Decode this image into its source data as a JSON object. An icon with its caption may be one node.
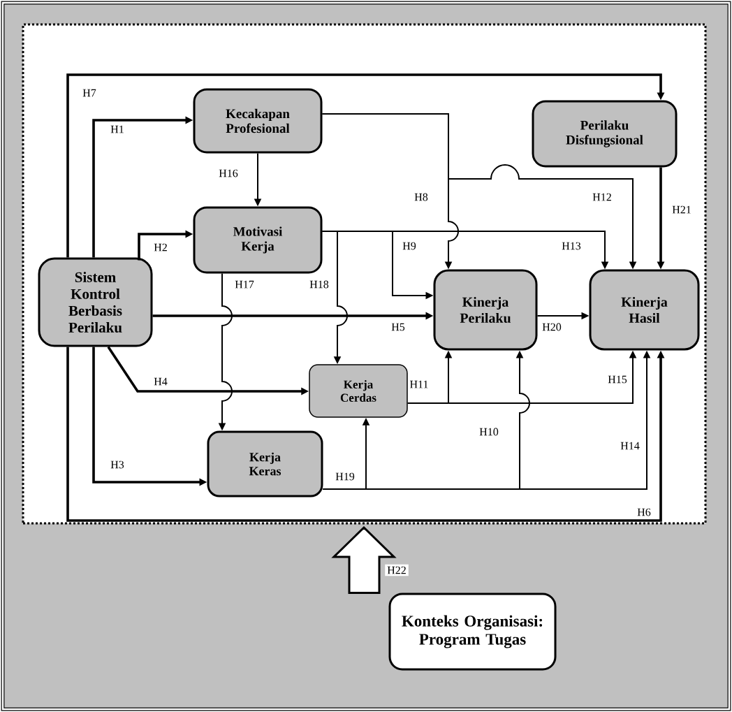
{
  "diagram": {
    "nodes": [
      {
        "text": [],
        "shape": "box"
      },
      {
        "text": [
          "Sistem Kontrol Berbasis Perilaku"
        ],
        "in": 0
      },
      {
        "text": [
          "Kecakapan Profesional"
        ],
        "in": 0
      },
      {
        "text": [
          "Motivasi Kerja"
        ],
        "in": 0
      },
      {
        "text": [
          "Perilaku Disfungsional"
        ],
        "in": 0
      },
      {
        "text": [
          "Kinerja Perilaku"
        ],
        "in": 0
      },
      {
        "text": [
          "Kinerja Hasil"
        ],
        "in": 0
      },
      {
        "text": [
          "Kerja Cerdas"
        ],
        "in": 0
      },
      {
        "text": [
          "Kerja Keras"
        ],
        "in": 0
      },
      {
        "text": [
          "Konteks Organisasi: Program Tugas"
        ]
      }
    ],
    "edges": [
      {
        "from": 1,
        "to": 2,
        "arrow": "to",
        "label": "H1",
        "style": "thick"
      },
      {
        "from": 1,
        "to": 3,
        "arrow": "to",
        "label": "H2",
        "style": "thick"
      },
      {
        "from": 1,
        "to": 8,
        "arrow": "to",
        "label": "H3",
        "style": "thick"
      },
      {
        "from": 1,
        "to": 7,
        "arrow": "to",
        "label": "H4",
        "style": "thick"
      },
      {
        "from": 1,
        "to": 5,
        "arrow": "to",
        "label": "H5",
        "style": "thick"
      },
      {
        "from": 1,
        "to": 6,
        "arrow": "to",
        "label": "H6",
        "style": "thick"
      },
      {
        "from": 1,
        "to": 4,
        "arrow": "to",
        "label": "H7",
        "style": "thick"
      },
      {
        "from": 2,
        "to": 5,
        "arrow": "to",
        "label": "H8"
      },
      {
        "from": 2,
        "to": 6,
        "arrow": "to",
        "label": "H12"
      },
      {
        "from": 3,
        "to": 5,
        "arrow": "to",
        "label": "H9"
      },
      {
        "from": 3,
        "to": 6,
        "arrow": "to",
        "label": "H13"
      },
      {
        "from": 2,
        "to": 3,
        "arrow": "to",
        "label": "H16"
      },
      {
        "from": 3,
        "to": 8,
        "arrow": "to",
        "label": "H17"
      },
      {
        "from": 3,
        "to": 7,
        "arrow": "to",
        "label": "H18"
      },
      {
        "from": 7,
        "to": 5,
        "arrow": "to",
        "label": "H11"
      },
      {
        "from": 7,
        "to": 6,
        "arrow": "to",
        "label": "H15"
      },
      {
        "from": 8,
        "to": 7,
        "arrow": "to",
        "label": "H19"
      },
      {
        "from": 8,
        "to": 5,
        "arrow": "to",
        "label": "H10"
      },
      {
        "from": 8,
        "to": 6,
        "arrow": "to",
        "label": "H14"
      },
      {
        "from": 5,
        "to": 6,
        "arrow": "to",
        "label": "H20"
      },
      {
        "from": 4,
        "to": 6,
        "arrow": "to",
        "label": "H21",
        "style": "thick"
      },
      {
        "from": 9,
        "to": 0,
        "arrow": "to",
        "label": "H22",
        "style": "thick"
      }
    ]
  }
}
